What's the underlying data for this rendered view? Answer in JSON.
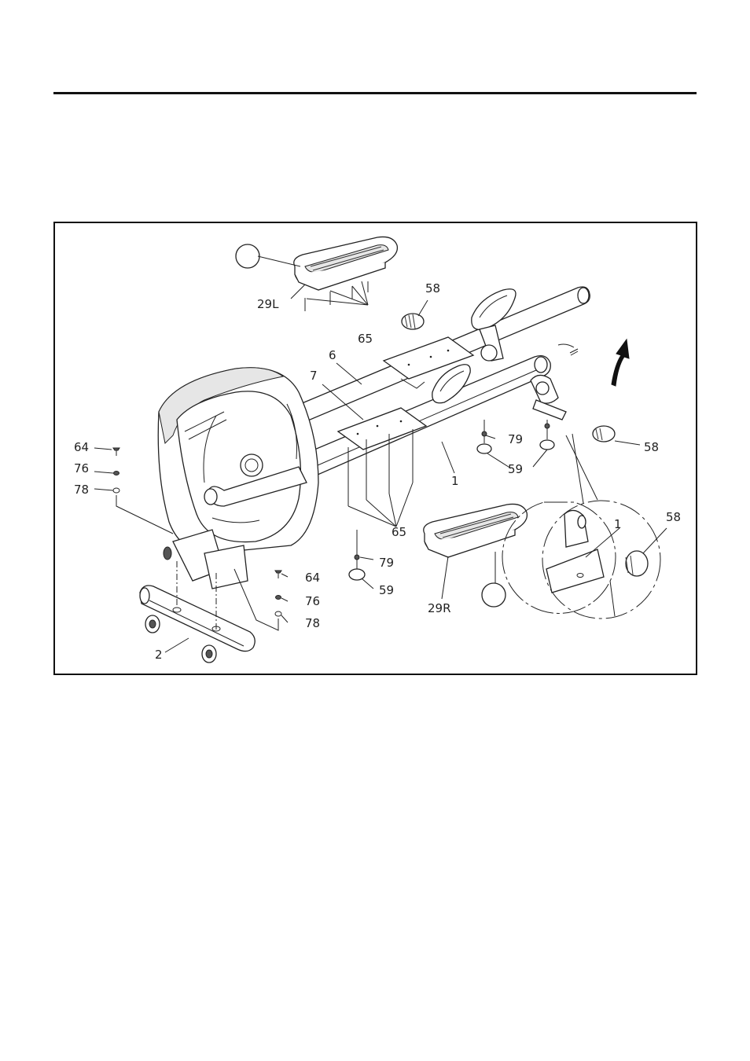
{
  "labels": {
    "p29L": "29L",
    "p29R": "29R",
    "p65_top": "65",
    "p65_mid": "65",
    "p58_top": "58",
    "p58_right": "58",
    "p58_detail": "58",
    "p6": "6",
    "p7": "7",
    "p1": "1",
    "p1_detail": "1",
    "p79_right": "79",
    "p59_right": "59",
    "p79_mid": "79",
    "p59_mid": "59",
    "p64_left": "64",
    "p76_left": "76",
    "p78_left": "78",
    "p64_low": "64",
    "p76_low": "76",
    "p78_low": "78",
    "p2": "2"
  },
  "colors": {
    "line": "#222222",
    "frame": "#111111"
  }
}
